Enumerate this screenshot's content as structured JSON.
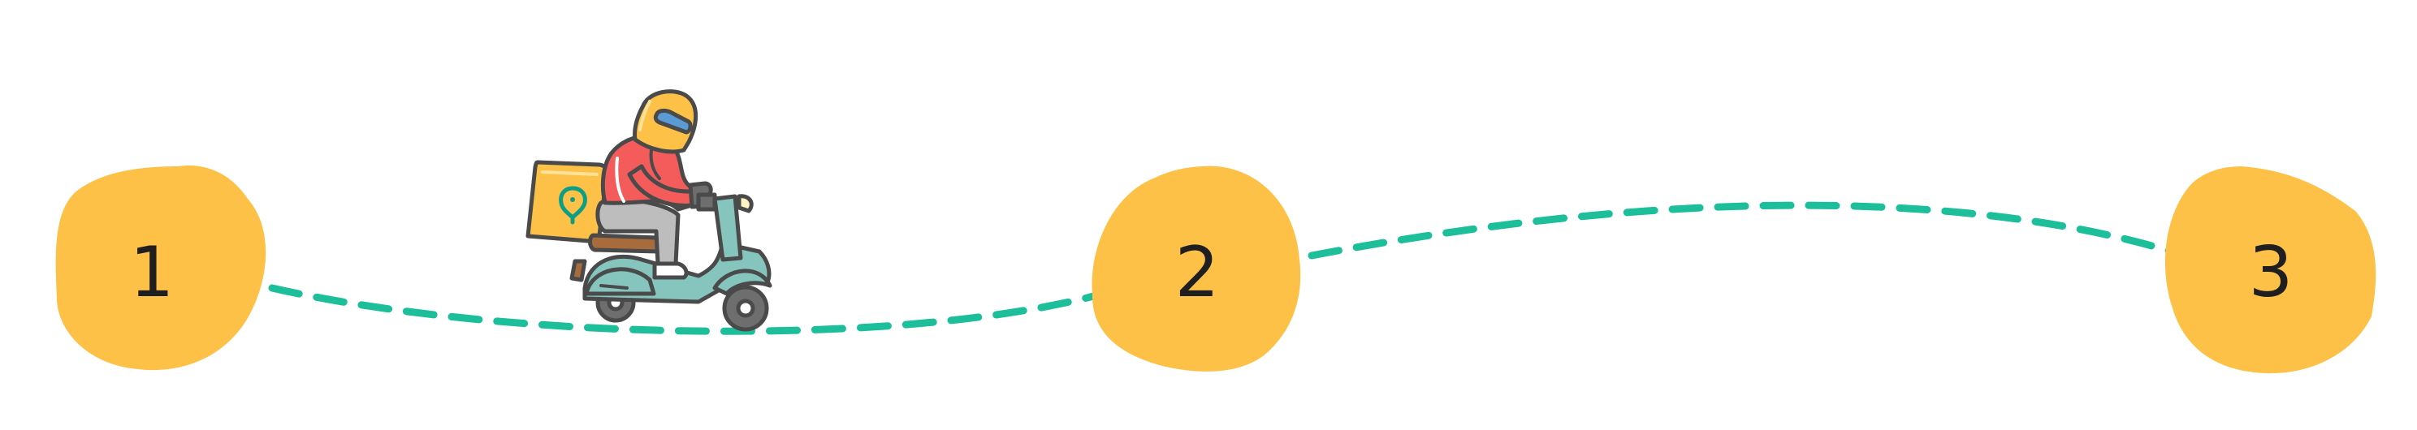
{
  "steps": [
    {
      "label": "1"
    },
    {
      "label": "2"
    },
    {
      "label": "3"
    }
  ],
  "colors": {
    "blob": "#FDC148",
    "route": "#1DBF9B",
    "outline": "#4A4A4A",
    "rider_jacket": "#F45B5B",
    "scooter": "#86C5BD",
    "helmet_visor": "#5B9BD5",
    "seat": "#A86B3C",
    "tire": "#6E6E6E",
    "pin": "#0E9E86"
  },
  "icons": {
    "courier": "delivery-scooter-icon",
    "pin": "location-pin-icon"
  }
}
